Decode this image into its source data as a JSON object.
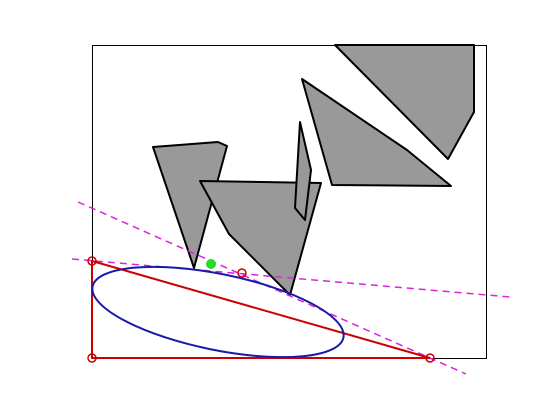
{
  "scene": {
    "background": "#ffffff",
    "frame_color": "#000000",
    "obstacle_fill": "#999999",
    "obstacle_stroke": "#000000",
    "triangle_color": "#cc0000",
    "vertex_marker_color": "#cc0000",
    "ellipse_color": "#1a1aaa",
    "guide_line_color": "#dd22dd",
    "point_color": "#22dd22",
    "obstacle_count": 5,
    "triangle_vertex_count": 3,
    "ellipse_count": 1,
    "dashed_line_count": 2,
    "highlight_point_count": 1
  }
}
